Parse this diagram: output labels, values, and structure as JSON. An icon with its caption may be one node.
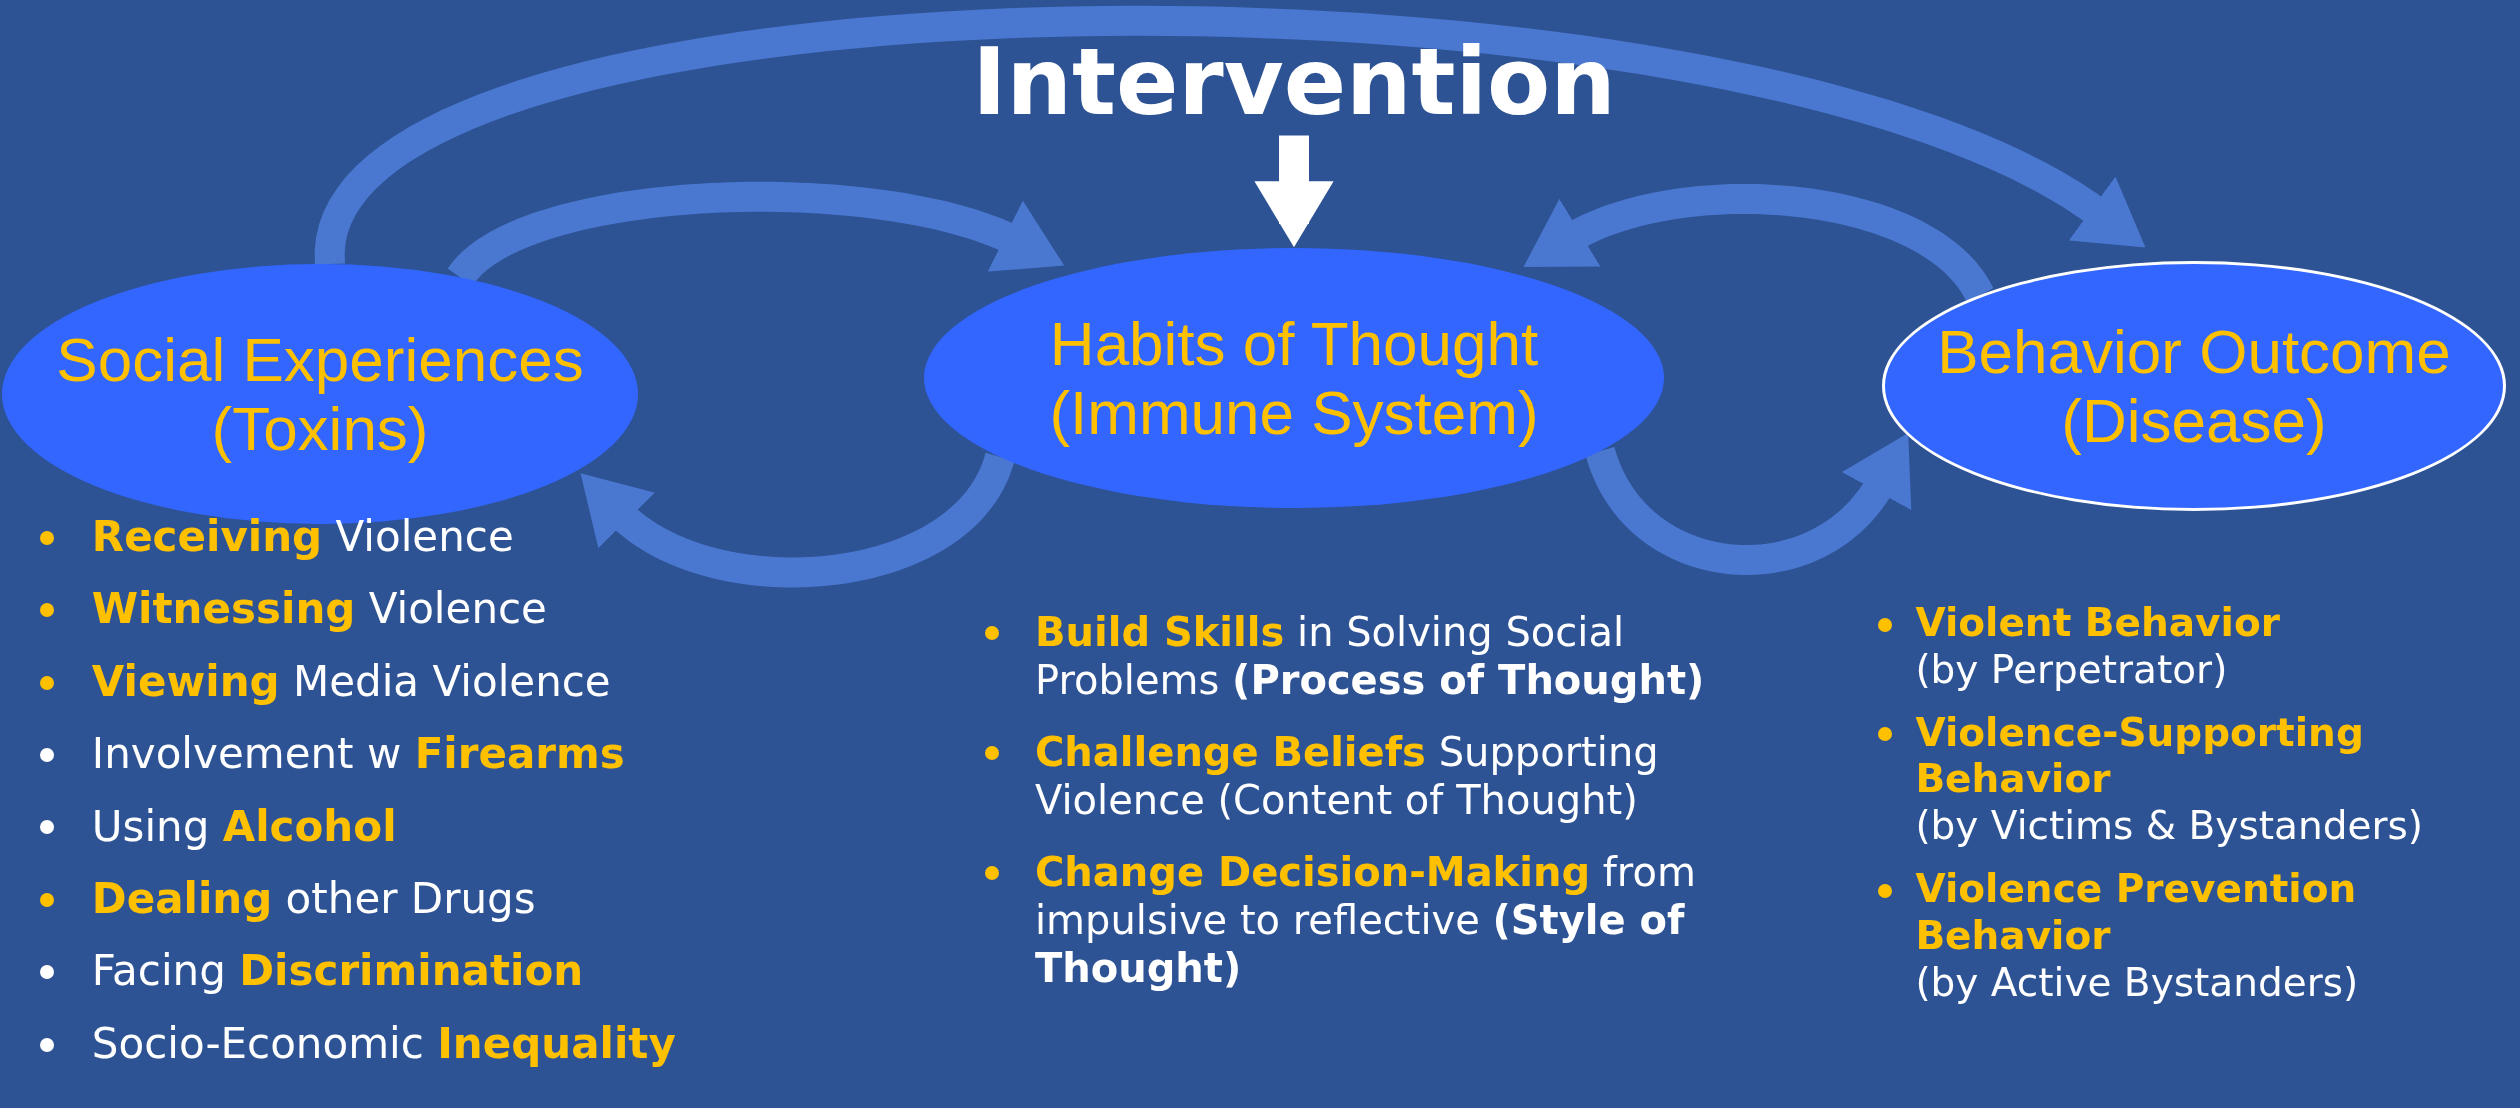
{
  "diagram": {
    "nodes": [
      {
        "text": [
          "Intervention"
        ]
      },
      {
        "text": [
          "Social Experiences (Toxins)"
        ]
      },
      {
        "text": [
          "Habits of Thought (Immune System)"
        ]
      },
      {
        "text": [
          "Behavior Outcome (Disease)"
        ]
      }
    ],
    "edges": [
      {
        "from": 0,
        "to": 2,
        "arrow": "to",
        "color": "#ffffff"
      },
      {
        "from": 1,
        "to": 3,
        "arrow": "to"
      },
      {
        "from": 1,
        "to": 2,
        "arrow": "to"
      },
      {
        "from": 2,
        "to": 1,
        "arrow": "to"
      },
      {
        "from": 3,
        "to": 2,
        "arrow": "to"
      },
      {
        "from": 2,
        "to": 3,
        "arrow": "to"
      }
    ],
    "labels": [
      "**Receiving** Violence",
      "**Witnessing** Violence",
      "**Viewing** Media Violence",
      "Involvement  w **Firearms**",
      "Using **Alcohol**",
      "**Dealing** other Drugs",
      "Facing **Discrimination**",
      "Socio-Economic **Inequality**",
      "**Build Skills** in Solving Social Problems **(Process of Thought)**",
      "**Challenge Beliefs** Supporting Violence  (Content of Thought)",
      "**Change Decision-Making** from impulsive to reflective **(Style of Thought)**",
      "**Violent Behavior** (by Perpetrator)",
      "**Violence-Supporting Behavior** (by Victims & Bystanders)",
      "**Violence Prevention Behavior** (by Active Bystanders)"
    ]
  }
}
